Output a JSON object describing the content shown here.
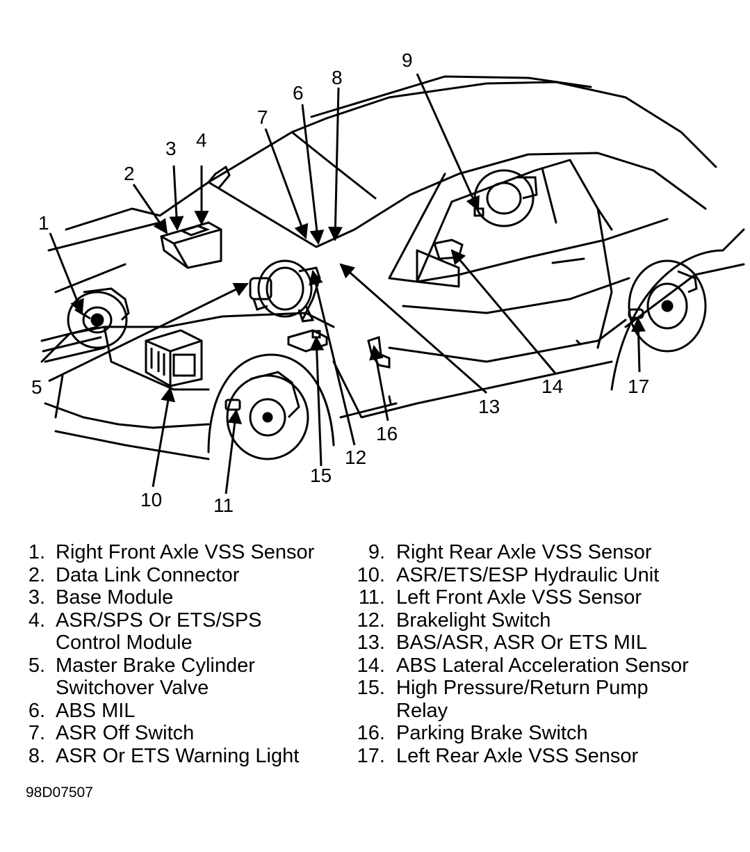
{
  "callouts": [
    "1",
    "2",
    "3",
    "4",
    "5",
    "6",
    "7",
    "8",
    "9",
    "10",
    "11",
    "12",
    "13",
    "14",
    "15",
    "16",
    "17"
  ],
  "legend": {
    "left": [
      {
        "num": "1.",
        "lines": [
          "Right Front Axle VSS Sensor"
        ]
      },
      {
        "num": "2.",
        "lines": [
          "Data Link Connector"
        ]
      },
      {
        "num": "3.",
        "lines": [
          "Base Module"
        ]
      },
      {
        "num": "4.",
        "lines": [
          "ASR/SPS Or ETS/SPS",
          "Control Module"
        ]
      },
      {
        "num": "5.",
        "lines": [
          "Master Brake Cylinder",
          "Switchover Valve"
        ]
      },
      {
        "num": "6.",
        "lines": [
          "ABS MIL"
        ]
      },
      {
        "num": "7.",
        "lines": [
          "ASR Off Switch"
        ]
      },
      {
        "num": "8.",
        "lines": [
          "ASR Or ETS Warning Light"
        ]
      }
    ],
    "right": [
      {
        "num": "9.",
        "lines": [
          "Right Rear Axle VSS Sensor"
        ]
      },
      {
        "num": "10.",
        "lines": [
          "ASR/ETS/ESP Hydraulic Unit"
        ]
      },
      {
        "num": "11.",
        "lines": [
          "Left Front Axle VSS Sensor"
        ]
      },
      {
        "num": "12.",
        "lines": [
          "Brakelight Switch"
        ]
      },
      {
        "num": "13.",
        "lines": [
          "BAS/ASR, ASR Or ETS MIL"
        ]
      },
      {
        "num": "14.",
        "lines": [
          "ABS Lateral Acceleration Sensor"
        ]
      },
      {
        "num": "15.",
        "lines": [
          "High Pressure/Return Pump",
          "Relay"
        ]
      },
      {
        "num": "16.",
        "lines": [
          "Parking Brake Switch"
        ]
      },
      {
        "num": "17.",
        "lines": [
          "Left Rear Axle VSS Sensor"
        ]
      }
    ]
  },
  "figure_id": "98D07507"
}
